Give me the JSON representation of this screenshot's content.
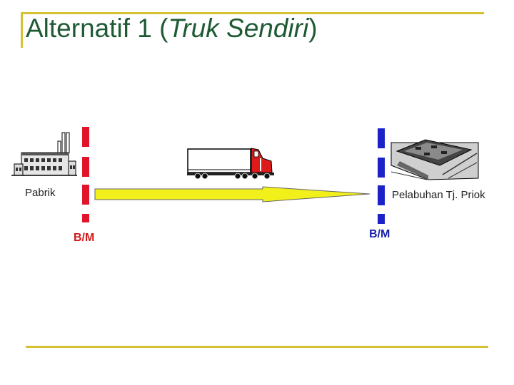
{
  "title": {
    "prefix": "Alternatif 1 (",
    "italic": "Truk Sendiri",
    "suffix": ")"
  },
  "origin_label": "Pabrik",
  "destination_label": "Pelabuhan Tj. Priok",
  "origin_bm_label": "B/M",
  "destination_bm_label": "B/M",
  "colors": {
    "title": "#1e5a34",
    "frame": "#d4c232",
    "origin_marker": "#e0142b",
    "destination_marker": "#1b22c8",
    "arrow": "#f2f01a",
    "truck_cab": "#dd1b1b"
  },
  "icons": [
    "factory-icon",
    "truck-icon",
    "port-warehouse-icon"
  ]
}
